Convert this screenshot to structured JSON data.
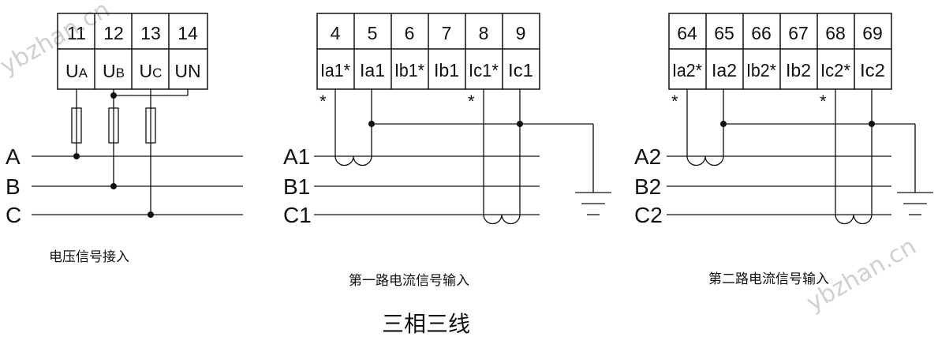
{
  "voltage_block": {
    "numbers": [
      "11",
      "12",
      "13",
      "14"
    ],
    "labels": [
      {
        "main": "U",
        "sub": "A"
      },
      {
        "main": "U",
        "sub": "B"
      },
      {
        "main": "U",
        "sub": "C"
      },
      {
        "main": "UN",
        "sub": ""
      }
    ],
    "phases": [
      "A",
      "B",
      "C"
    ],
    "caption": "电压信号接入"
  },
  "current_block_1": {
    "numbers": [
      "4",
      "5",
      "6",
      "7",
      "8",
      "9"
    ],
    "labels": [
      "Ia1*",
      "Ia1",
      "Ib1*",
      "Ib1",
      "Ic1*",
      "Ic1"
    ],
    "phases": [
      "A1",
      "B1",
      "C1"
    ],
    "polarity_mark": "*",
    "caption": "第一路电流信号输入"
  },
  "current_block_2": {
    "numbers": [
      "64",
      "65",
      "66",
      "67",
      "68",
      "69"
    ],
    "labels": [
      "Ia2*",
      "Ia2",
      "Ib2*",
      "Ib2",
      "Ic2*",
      "Ic2"
    ],
    "phases": [
      "A2",
      "B2",
      "C2"
    ],
    "polarity_mark": "*",
    "caption": "第二路电流信号输入"
  },
  "title": "三相三线",
  "watermark": "ybzhan.cn"
}
